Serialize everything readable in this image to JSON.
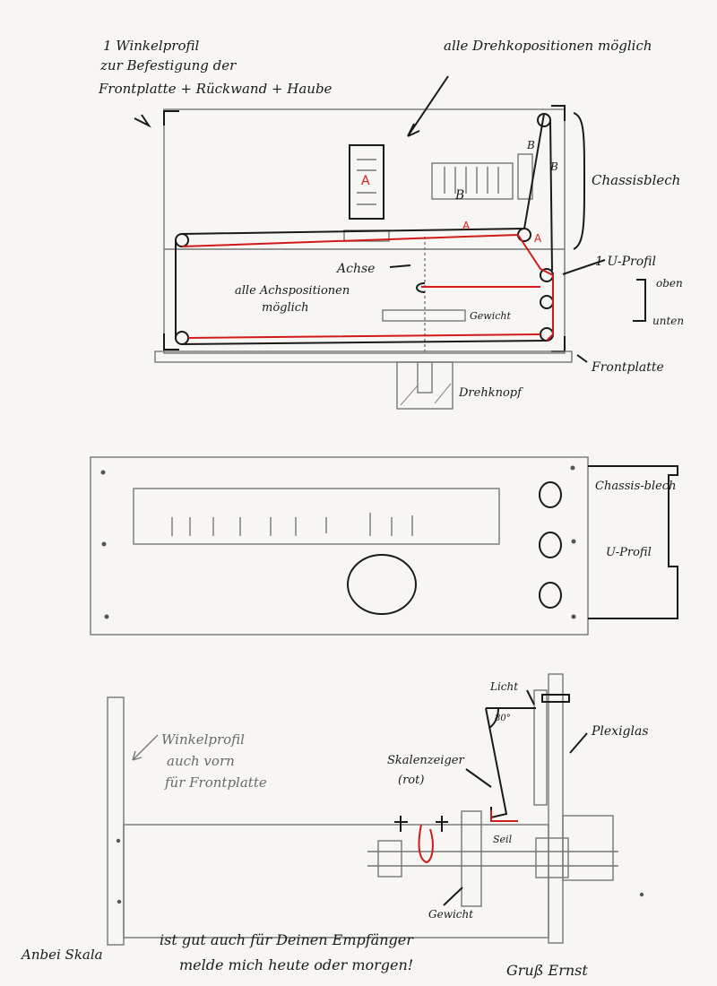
{
  "top": {
    "note_winkel": [
      "1 Winkelprofil",
      "zur Befestigung der",
      "Frontplatte + Rückwand + Haube"
    ],
    "note_positions": "alle Drehkopositionen möglich",
    "chassis_label": "Chassisblech",
    "label_A": "A",
    "label_B": "B",
    "profil_label": [
      "1 U-Profil",
      "oben",
      "unten"
    ],
    "achse_label": "Achse",
    "axis_positions": [
      "alle Achspositionen",
      "möglich"
    ],
    "gewicht": "Gewicht",
    "frontplatte": "Frontplatte",
    "drehknopf": "Drehknopf"
  },
  "middle": {
    "side_labels": [
      "Chassis-blech",
      "U-Profil"
    ]
  },
  "bottom": {
    "winkel_note": [
      "Winkelprofil",
      "auch vorn",
      "für Frontplatte"
    ],
    "licht": "Licht",
    "angle": "80°",
    "plexiglas": "Plexiglas",
    "zeiger": [
      "Skalenzeiger",
      "(rot)"
    ],
    "seil": "Seil",
    "gewicht": "Gewicht"
  },
  "footer": {
    "left": "Anbei Skala",
    "line1": "ist gut auch für Deinen Empfänger",
    "line2": "melde mich heute oder morgen!",
    "signature": "Gruß Ernst"
  },
  "colors": {
    "ink": "#1a1a1a",
    "pencil": "#777777",
    "red": "#d11a1a",
    "paper": "#f7f6f3"
  }
}
